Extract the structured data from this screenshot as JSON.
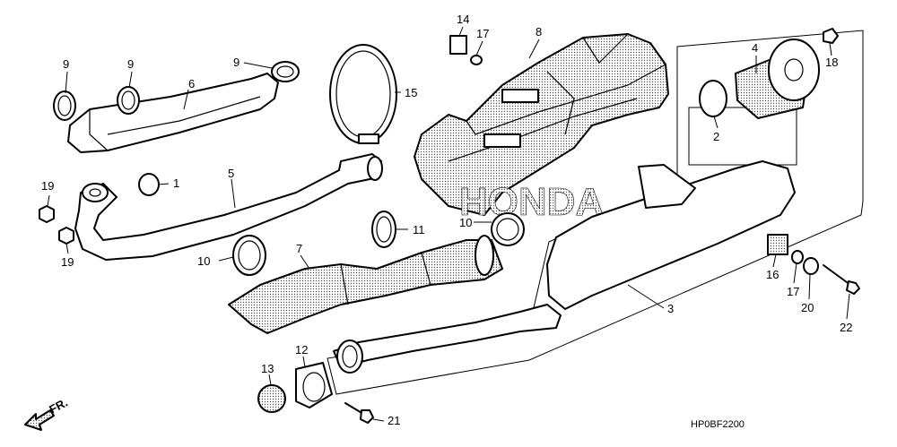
{
  "diagram": {
    "callouts": {
      "c1": "1",
      "c2": "2",
      "c3": "3",
      "c4": "4",
      "c5": "5",
      "c6": "6",
      "c7": "7",
      "c8": "8",
      "c9a": "9",
      "c9b": "9",
      "c9c": "9",
      "c10a": "10",
      "c10b": "10",
      "c11": "11",
      "c12": "12",
      "c13": "13",
      "c14": "14",
      "c15": "15",
      "c16": "16",
      "c17a": "17",
      "c17b": "17",
      "c18": "18",
      "c19a": "19",
      "c19b": "19",
      "c20": "20",
      "c21": "21",
      "c22": "22"
    },
    "watermark": "HONDA",
    "front_marker": "FR.",
    "diagram_code": "HP0BF2200"
  }
}
